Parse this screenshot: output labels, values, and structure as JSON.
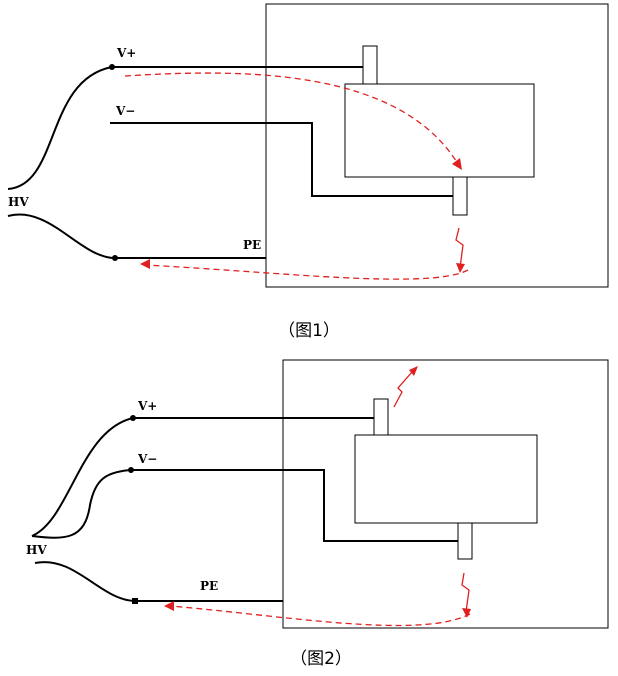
{
  "figures": [
    {
      "caption": "（图1）",
      "labels": {
        "hv": "HV",
        "v_plus": "V+",
        "v_minus": "V−",
        "pe": "PE"
      }
    },
    {
      "caption": "（图2）",
      "labels": {
        "hv": "HV",
        "v_plus": "V+",
        "v_minus": "V−",
        "pe": "PE"
      }
    }
  ],
  "colors": {
    "line": "#000000",
    "current_path": "#e02020"
  }
}
